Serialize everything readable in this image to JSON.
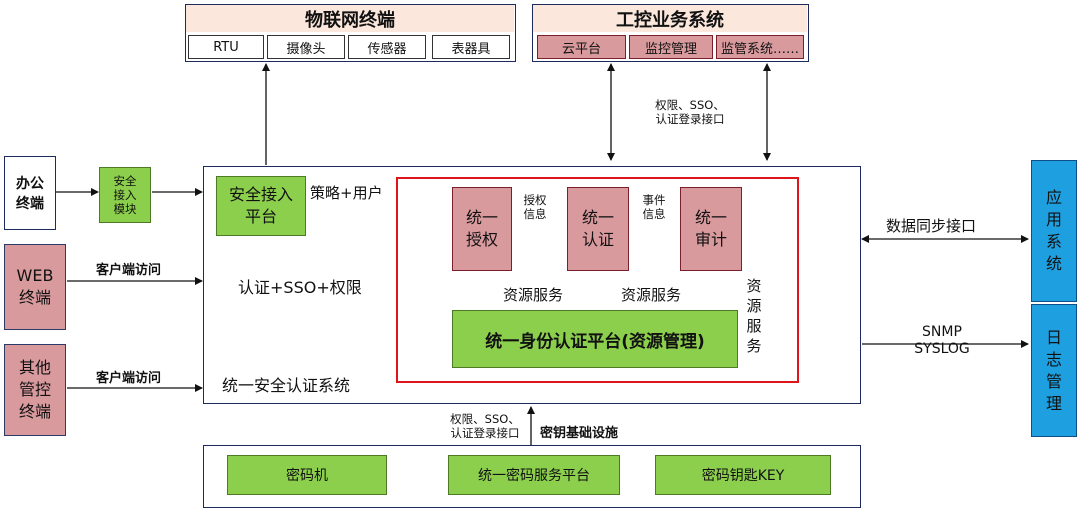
{
  "iot": {
    "title": "物联网终端",
    "items": [
      "RTU",
      "摄像头",
      "传感器",
      "表器具"
    ]
  },
  "ics": {
    "title": "工控业务系统",
    "items": [
      "云平台",
      "监控管理",
      "监管系统……"
    ]
  },
  "top_link_label": [
    "权限、SSO、",
    "认证登录接口"
  ],
  "left": {
    "office": [
      "办公",
      "终端"
    ],
    "security_module": [
      "安全",
      "接入",
      "模块"
    ],
    "web": [
      "WEB",
      "终端"
    ],
    "web_access": "客户端访问",
    "other": [
      "其他",
      "管控",
      "终端"
    ],
    "other_access": "客户端访问"
  },
  "main": {
    "title": "统一安全认证系统",
    "safe_access": [
      "安全接入",
      "平台"
    ],
    "policy_user": "策略+用户",
    "auth_sso": "认证+SSO+权限",
    "authz": [
      "统一",
      "授权"
    ],
    "authz_info": [
      "授权",
      "信息"
    ],
    "authn": [
      "统一",
      "认证"
    ],
    "event_info": [
      "事件",
      "信息"
    ],
    "audit": [
      "统一",
      "审计"
    ],
    "resource_service": "资源服务",
    "resource_service_vertical": [
      "资",
      "源",
      "服",
      "务"
    ],
    "identity_platform": "统一身份认证平台(资源管理)"
  },
  "right": {
    "sync": "数据同步接口",
    "app": [
      "应",
      "用",
      "系",
      "统"
    ],
    "snmp": "SNMP",
    "syslog": "SYSLOG",
    "log": [
      "日",
      "志",
      "管",
      "理"
    ]
  },
  "bottom": {
    "link_label": [
      "权限、SSO、",
      "认证登录接口"
    ],
    "infra_label": "密钥基础设施",
    "items": [
      "密码机",
      "统一密码服务平台",
      "密码钥匙KEY"
    ]
  },
  "colors": {
    "pink": "#d99a9e",
    "green": "#8ccf4d",
    "blue": "#1ea0e0",
    "header": "#fbe7dc",
    "red_frame": "#e0151b",
    "navy": "#1c2a5e"
  }
}
